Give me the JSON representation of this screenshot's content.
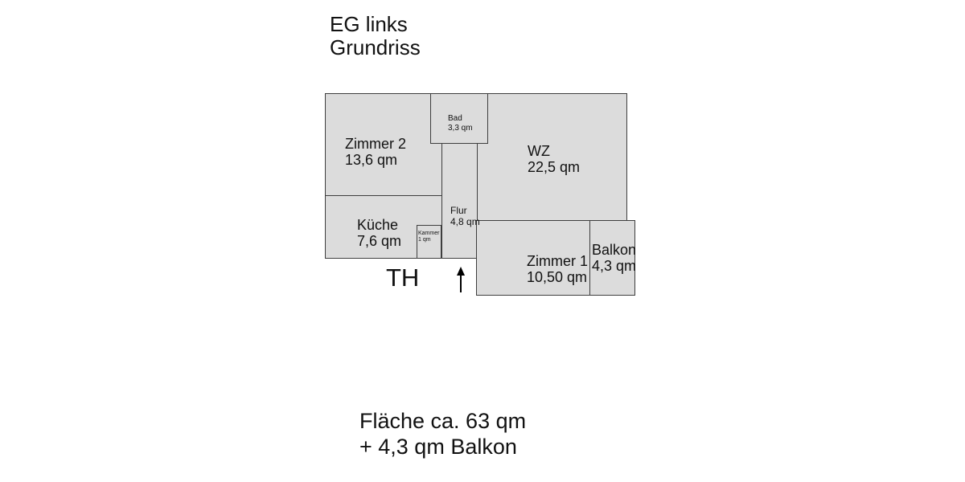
{
  "title": {
    "line1": "EG links",
    "line2": "Grundriss"
  },
  "rooms": [
    {
      "name": "Zimmer 2",
      "area": "13,6 qm"
    },
    {
      "name": "Bad",
      "area": "3,3 qm"
    },
    {
      "name": "WZ",
      "area": "22,5 qm"
    },
    {
      "name": "Küche",
      "area": "7,6 qm"
    },
    {
      "name": "Kammer",
      "area": "1 qm"
    },
    {
      "name": "Flur",
      "area": "4,8 qm"
    },
    {
      "name": "Zimmer 1",
      "area": "10,50 qm"
    },
    {
      "name": "Balkon",
      "area": "4,3 qm"
    }
  ],
  "annotations": {
    "stairwell_label": "TH"
  },
  "summary": {
    "line1": "Fläche ca. 63 qm",
    "line2": "+ 4,3 qm Balkon"
  },
  "colors": {
    "room_fill": "#dcdcdc",
    "wall": "#3e3e3e",
    "text": "#111111",
    "background": "#ffffff"
  }
}
